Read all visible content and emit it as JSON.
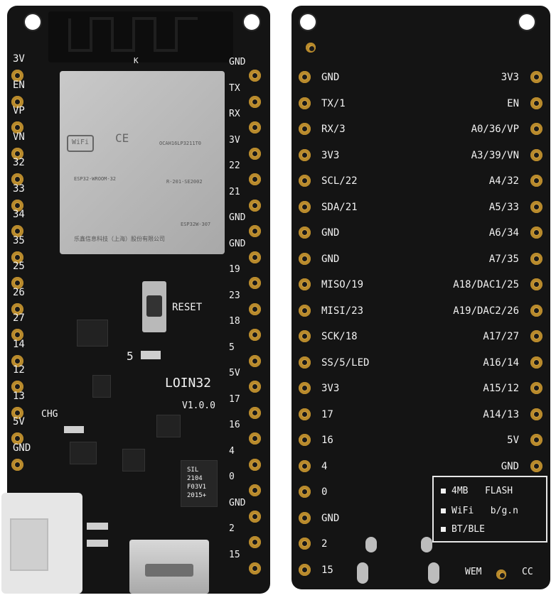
{
  "front": {
    "module_mark": "K",
    "board_name": "LOIN32",
    "version": "V1.0.0",
    "reset_label": "RESET",
    "chg_label": "CHG",
    "five_mark": "5",
    "left_pins": [
      "3V",
      "EN",
      "VP",
      "VN",
      "32",
      "33",
      "34",
      "35",
      "25",
      "26",
      "27",
      "14",
      "12",
      "13",
      "5V",
      "GND"
    ],
    "right_pins": [
      "GND",
      "TX",
      "RX",
      "3V",
      "22",
      "21",
      "GND",
      "GND",
      "19",
      "23",
      "18",
      "5",
      "5V",
      "17",
      "16",
      "4",
      "0",
      "GND",
      "2",
      "15"
    ],
    "chip_lines": [
      "SIL",
      "2104",
      "F03V1",
      "2015+"
    ],
    "module_text": [
      "OCAH16LP3211T0",
      "R-201-SE2002",
      "ESP32-WROOM-32",
      "乐鑫信息科技（上海）股份有限公司",
      "ESP32W-307"
    ]
  },
  "back": {
    "left_labels": [
      "GND",
      "TX/1",
      "RX/3",
      "3V3",
      "SCL/22",
      "SDA/21",
      "GND",
      "GND",
      "MISO/19",
      "MISI/23",
      "SCK/18",
      "SS/5/LED",
      "3V3",
      "17",
      "16",
      "4",
      "0",
      "GND",
      "2",
      "15"
    ],
    "right_labels": [
      "3V3",
      "EN",
      "A0/36/VP",
      "A3/39/VN",
      "A4/32",
      "A5/33",
      "A6/34",
      "A7/35",
      "A18/DAC1/25",
      "A19/DAC2/26",
      "A17/27",
      "A16/14",
      "A15/12",
      "A14/13",
      "5V",
      "GND"
    ],
    "info": [
      "4MB   FLASH",
      "WiFi   b/g.n",
      "BT/BLE"
    ],
    "wem_label": "WEM",
    "cc_label": "CC"
  },
  "colors": {
    "board": "#141414",
    "pad": "#d9a640",
    "text": "#f2f2f2",
    "background": "#ffffff"
  }
}
